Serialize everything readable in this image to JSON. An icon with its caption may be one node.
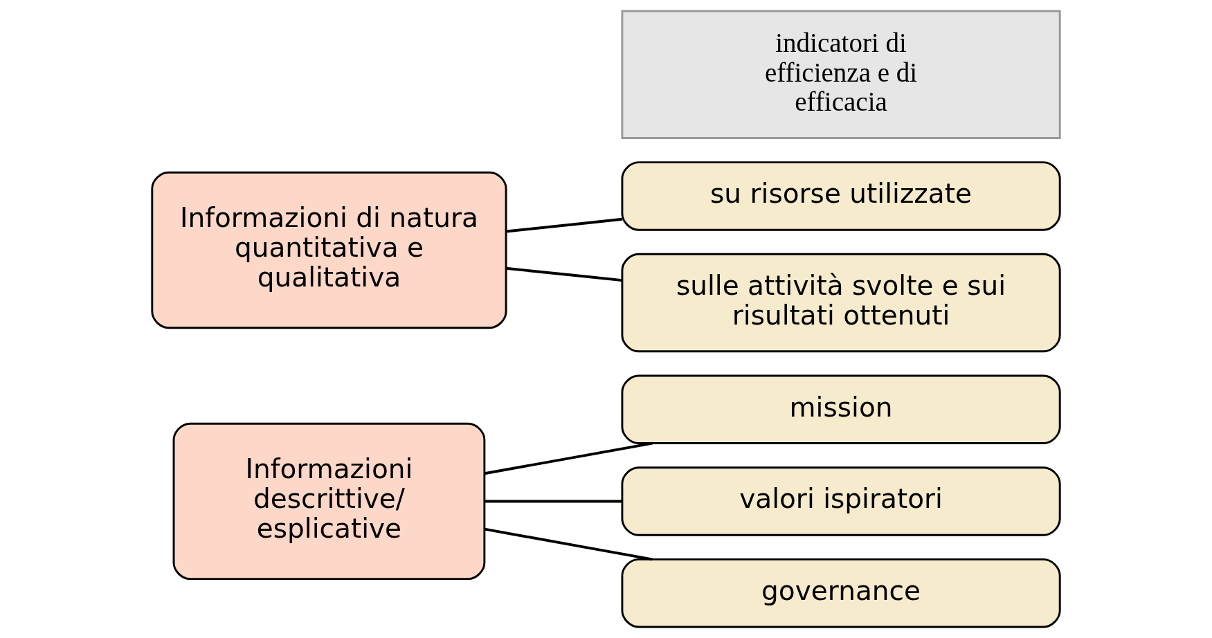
{
  "diagram": {
    "nodes": [
      {
        "text": [
          "Informazioni descrittive/ esplicative"
        ]
      },
      {
        "text": [
          "mission"
        ]
      },
      {
        "text": [
          "valori ispiratori"
        ]
      },
      {
        "text": [
          "governance"
        ]
      },
      {
        "text": [
          "Informazioni di natura quantitativa e qualitativa"
        ]
      },
      {
        "text": [
          "su risorse utilizzate"
        ]
      },
      {
        "text": [
          "sulle attività svolte e sui risultati ottenuti"
        ]
      },
      {
        "text": [
          "indicatori di efficienza e di efficacia"
        ]
      }
    ],
    "edges": [
      {
        "from": 0,
        "to": 1,
        "arrow": "none"
      },
      {
        "from": 0,
        "to": 2,
        "arrow": "none"
      },
      {
        "from": 0,
        "to": 3,
        "arrow": "none"
      },
      {
        "from": 4,
        "to": 5,
        "arrow": "none"
      },
      {
        "from": 4,
        "to": 6,
        "arrow": "none"
      }
    ]
  }
}
